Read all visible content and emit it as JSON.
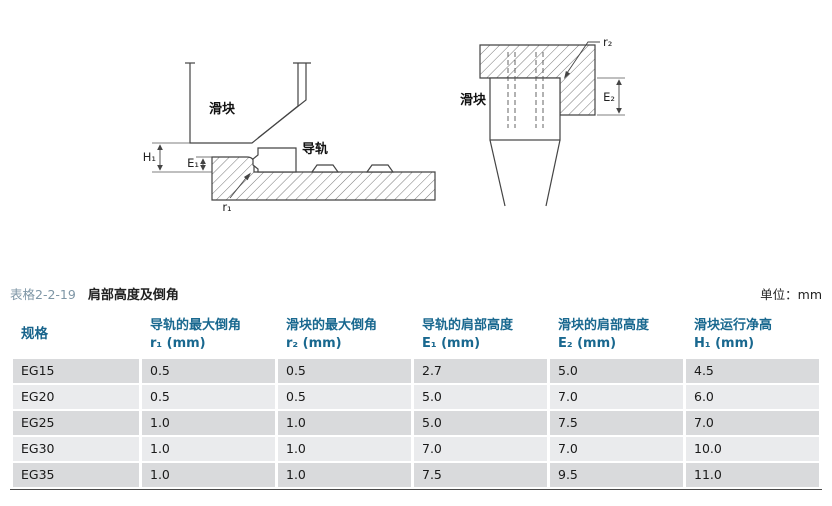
{
  "diagram": {
    "left": {
      "slider_label": "滑块",
      "rail_label": "导轨",
      "dim_h1": "H₁",
      "dim_e1": "E₁",
      "dim_r1": "r₁"
    },
    "right": {
      "slider_label": "滑块",
      "dim_r2": "r₂",
      "dim_e2": "E₂"
    }
  },
  "table_title": {
    "prefix": "表格2-2-19",
    "title": "肩部高度及倒角",
    "unit": "单位：mm"
  },
  "table": {
    "headers": [
      {
        "main": "规格",
        "sub": ""
      },
      {
        "main": "导轨的最大倒角",
        "sub": "r₁ (mm)"
      },
      {
        "main": "滑块的最大倒角",
        "sub": "r₂ (mm)"
      },
      {
        "main": "导轨的肩部高度",
        "sub": "E₁ (mm)"
      },
      {
        "main": "滑块的肩部高度",
        "sub": "E₂ (mm)"
      },
      {
        "main": "滑块运行净高",
        "sub": "H₁ (mm)"
      }
    ],
    "rows": [
      [
        "EG15",
        "0.5",
        "0.5",
        "2.7",
        "5.0",
        "4.5"
      ],
      [
        "EG20",
        "0.5",
        "0.5",
        "5.0",
        "7.0",
        "6.0"
      ],
      [
        "EG25",
        "1.0",
        "1.0",
        "5.0",
        "7.5",
        "7.0"
      ],
      [
        "EG30",
        "1.0",
        "1.0",
        "7.0",
        "7.0",
        "10.0"
      ],
      [
        "EG35",
        "1.0",
        "1.0",
        "7.5",
        "9.5",
        "11.0"
      ]
    ]
  },
  "colors": {
    "header_text": "#19688f",
    "row_dark": "#d9dadc",
    "row_light": "#eaebed",
    "bottom_rule": "#4a4a4a"
  }
}
